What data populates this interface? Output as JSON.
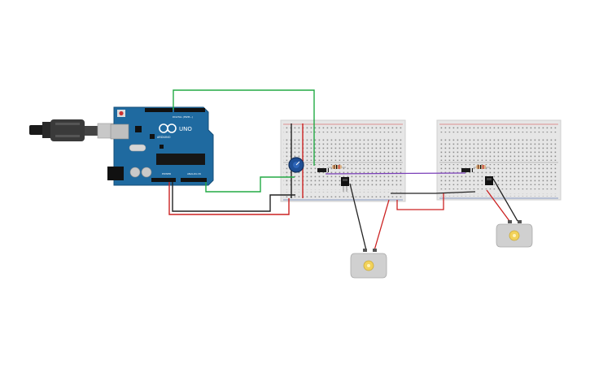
{
  "arduino": {
    "board_label": "UNO",
    "brand_label": "ARDUINO",
    "digital_label": "DIGITAL (PWM~)",
    "analog_label": "ANALOG IN",
    "power_label": "POWER"
  },
  "colors": {
    "board": "#1f6aa0",
    "board_dark": "#17557f",
    "breadboard": "#e6e6e6",
    "rail_red": "#d23b3b",
    "rail_blue": "#2a4d9c",
    "wire_red": "#cc2222",
    "wire_black": "#222222",
    "wire_green": "#22aa44",
    "wire_purple": "#7a3fb8",
    "motor_body": "#d0d0d0",
    "motor_shaft": "#f2d25a"
  },
  "components": {
    "usb_cable": "usb-cable",
    "potentiometer": "potentiometer",
    "transistor_left": "transistor",
    "transistor_right": "transistor",
    "diode_left": "diode",
    "diode_right": "diode",
    "resistor_left": "resistor",
    "resistor_right": "resistor",
    "motor_left": "dc-motor",
    "motor_right": "dc-motor"
  }
}
